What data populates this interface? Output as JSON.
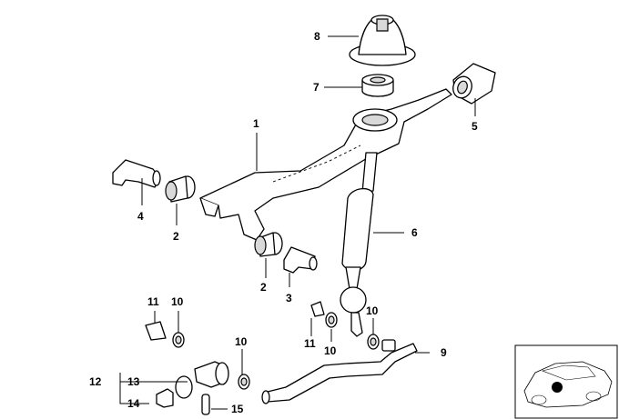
{
  "callouts": {
    "c1": "1",
    "c2a": "2",
    "c2b": "2",
    "c3": "3",
    "c4": "4",
    "c5": "5",
    "c6": "6",
    "c7": "7",
    "c8": "8",
    "c9": "9",
    "c10a": "10",
    "c10b": "10",
    "c10c": "10",
    "c10d": "10",
    "c11a": "11",
    "c11b": "11",
    "c12": "12",
    "c13": "13",
    "c14": "14",
    "c15": "15"
  },
  "thumbnail": {
    "icon": "car-location-icon",
    "marker_color": "#000000"
  },
  "colors": {
    "line": "#000000",
    "background": "#ffffff"
  }
}
